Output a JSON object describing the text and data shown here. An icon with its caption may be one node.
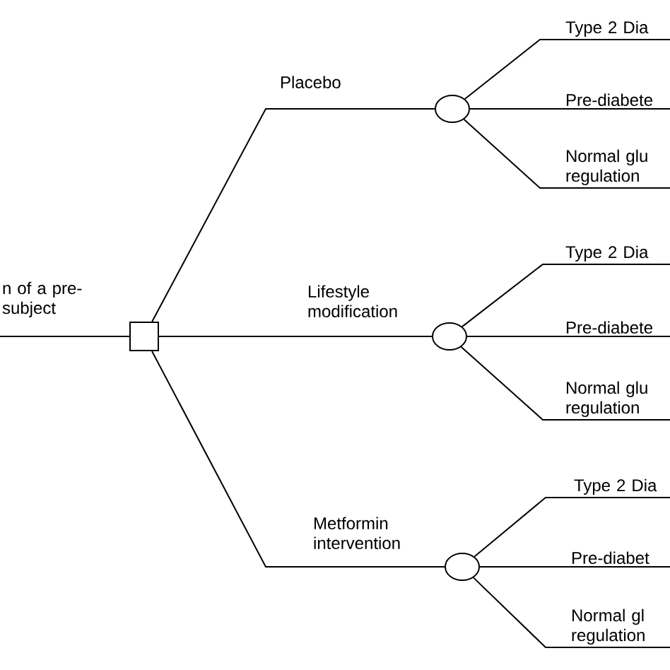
{
  "diagram": {
    "nodes": [
      {
        "text": [],
        "shape": "box"
      },
      {
        "text": [],
        "shape": "circle"
      },
      {
        "text": [],
        "shape": "circle"
      },
      {
        "text": [],
        "shape": "circle"
      },
      {
        "text": [
          "Type 2 Dia"
        ]
      },
      {
        "text": [
          "Pre-diabete"
        ]
      },
      {
        "text": [
          "Normal glu regulation"
        ]
      },
      {
        "text": [
          "Type 2 Dia"
        ]
      },
      {
        "text": [
          "Pre-diabete"
        ]
      },
      {
        "text": [
          "Normal glu regulation"
        ]
      },
      {
        "text": [
          "Type 2 Dia"
        ]
      },
      {
        "text": [
          "Pre-diabet"
        ]
      },
      {
        "text": [
          "Normal gl regulation"
        ]
      }
    ],
    "edges": [
      {
        "from": null,
        "to": 0,
        "arrow": "none",
        "label": "n of a pre- subject"
      },
      {
        "from": 0,
        "to": 1,
        "arrow": "none",
        "label": "Placebo"
      },
      {
        "from": 0,
        "to": 2,
        "arrow": "none",
        "label": "Lifestyle modification"
      },
      {
        "from": 0,
        "to": 3,
        "arrow": "none",
        "label": "Metformin intervention"
      },
      {
        "from": 1,
        "to": 4,
        "arrow": "none"
      },
      {
        "from": 1,
        "to": 5,
        "arrow": "none"
      },
      {
        "from": 1,
        "to": 6,
        "arrow": "none"
      },
      {
        "from": 2,
        "to": 7,
        "arrow": "none"
      },
      {
        "from": 2,
        "to": 8,
        "arrow": "none"
      },
      {
        "from": 2,
        "to": 9,
        "arrow": "none"
      },
      {
        "from": 3,
        "to": 10,
        "arrow": "none"
      },
      {
        "from": 3,
        "to": 11,
        "arrow": "none"
      },
      {
        "from": 3,
        "to": 12,
        "arrow": "none"
      }
    ]
  }
}
